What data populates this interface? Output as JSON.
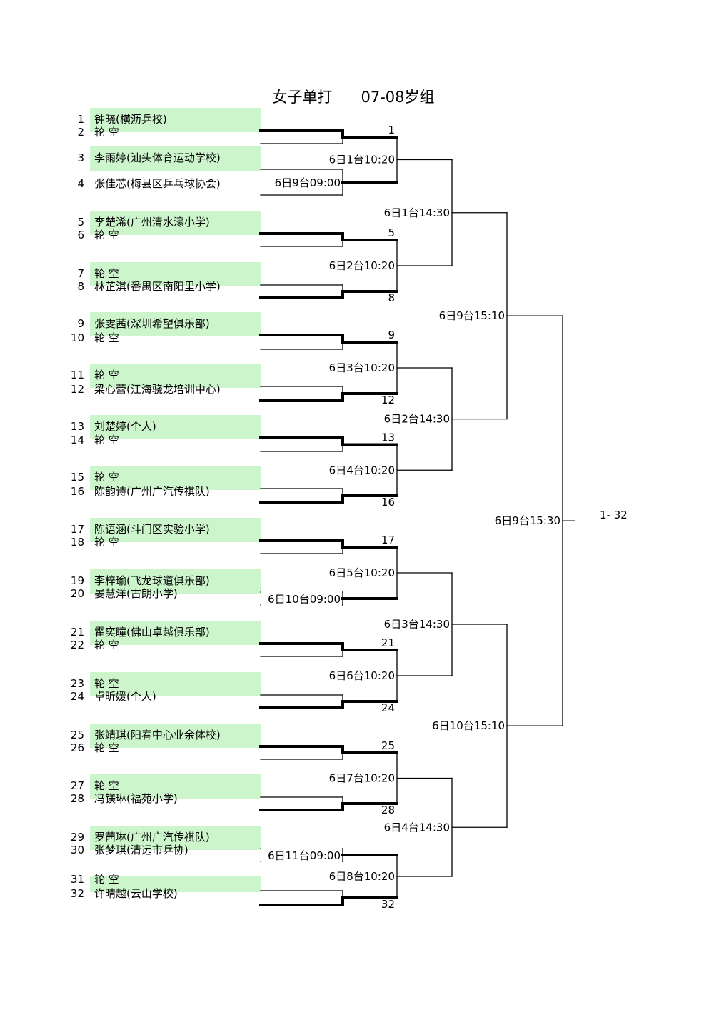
{
  "title": {
    "event": "女子单打",
    "group": "07-08岁组"
  },
  "players": [
    {
      "seed": "1",
      "name": "钟晓(横沥乒校)",
      "shaded": true
    },
    {
      "seed": "2",
      "name": "轮  空",
      "shaded": false
    },
    {
      "seed": "3",
      "name": "李雨婷(汕头体育运动学校)",
      "shaded": true
    },
    {
      "seed": "4",
      "name": "张佳芯(梅县区乒乓球协会)",
      "shaded": false
    },
    {
      "seed": "5",
      "name": "李楚浠(广州清水濠小学)",
      "shaded": true
    },
    {
      "seed": "6",
      "name": "轮  空",
      "shaded": false
    },
    {
      "seed": "7",
      "name": "轮  空",
      "shaded": true
    },
    {
      "seed": "8",
      "name": "林芷淇(番禺区南阳里小学)",
      "shaded": false
    },
    {
      "seed": "9",
      "name": "张雯茜(深圳希望俱乐部)",
      "shaded": true
    },
    {
      "seed": "10",
      "name": "轮  空",
      "shaded": false
    },
    {
      "seed": "11",
      "name": "轮  空",
      "shaded": true
    },
    {
      "seed": "12",
      "name": "梁心蕾(江海骁龙培训中心)",
      "shaded": false
    },
    {
      "seed": "13",
      "name": "刘楚婷(个人)",
      "shaded": true
    },
    {
      "seed": "14",
      "name": "轮  空",
      "shaded": false
    },
    {
      "seed": "15",
      "name": "轮  空",
      "shaded": true
    },
    {
      "seed": "16",
      "name": "陈韵诗(广州广汽传祺队)",
      "shaded": false
    },
    {
      "seed": "17",
      "name": "陈语涵(斗门区实验小学)",
      "shaded": true
    },
    {
      "seed": "18",
      "name": "轮  空",
      "shaded": false
    },
    {
      "seed": "19",
      "name": "李梓瑜(飞龙球道俱乐部)",
      "shaded": true
    },
    {
      "seed": "20",
      "name": "晏慧洋(古朗小学)",
      "shaded": false
    },
    {
      "seed": "21",
      "name": "霍奕瞳(佛山卓越俱乐部)",
      "shaded": true
    },
    {
      "seed": "22",
      "name": "轮  空",
      "shaded": false
    },
    {
      "seed": "23",
      "name": "轮  空",
      "shaded": true
    },
    {
      "seed": "24",
      "name": "卓昕媛(个人)",
      "shaded": false
    },
    {
      "seed": "25",
      "name": "张靖琪(阳春中心业余体校)",
      "shaded": true
    },
    {
      "seed": "26",
      "name": "轮  空",
      "shaded": false
    },
    {
      "seed": "27",
      "name": "轮  空",
      "shaded": true
    },
    {
      "seed": "28",
      "name": "冯镁琳(福苑小学)",
      "shaded": false
    },
    {
      "seed": "29",
      "name": "罗茜琳(广州广汽传祺队)",
      "shaded": true
    },
    {
      "seed": "30",
      "name": "张梦琪(清远市乒协)",
      "shaded": false
    },
    {
      "seed": "31",
      "name": "轮  空",
      "shaded": true
    },
    {
      "seed": "32",
      "name": "许晴越(云山学校)",
      "shaded": false
    }
  ],
  "round1": [
    {
      "advance": "top",
      "schedule": ""
    },
    {
      "advance": "none",
      "schedule": "6日9台09:00"
    },
    {
      "advance": "top",
      "schedule": ""
    },
    {
      "advance": "bottom",
      "schedule": ""
    },
    {
      "advance": "top",
      "schedule": ""
    },
    {
      "advance": "bottom",
      "schedule": ""
    },
    {
      "advance": "top",
      "schedule": ""
    },
    {
      "advance": "bottom",
      "schedule": ""
    },
    {
      "advance": "top",
      "schedule": ""
    },
    {
      "advance": "none",
      "schedule": "6日10台09:00"
    },
    {
      "advance": "top",
      "schedule": ""
    },
    {
      "advance": "bottom",
      "schedule": ""
    },
    {
      "advance": "top",
      "schedule": ""
    },
    {
      "advance": "bottom",
      "schedule": ""
    },
    {
      "advance": "none",
      "schedule": "6日11台09:00"
    },
    {
      "advance": "bottom",
      "schedule": ""
    }
  ],
  "round2": [
    {
      "top_label": "1",
      "bottom_label": "",
      "schedule": "6日1台10:20"
    },
    {
      "top_label": "5",
      "bottom_label": "8",
      "schedule": "6日2台10:20"
    },
    {
      "top_label": "9",
      "bottom_label": "12",
      "schedule": "6日3台10:20"
    },
    {
      "top_label": "13",
      "bottom_label": "16",
      "schedule": "6日4台10:20"
    },
    {
      "top_label": "17",
      "bottom_label": "",
      "schedule": "6日5台10:20"
    },
    {
      "top_label": "21",
      "bottom_label": "24",
      "schedule": "6日6台10:20"
    },
    {
      "top_label": "25",
      "bottom_label": "28",
      "schedule": "6日7台10:20"
    },
    {
      "top_label": "",
      "bottom_label": "32",
      "schedule": "6日8台10:20"
    }
  ],
  "round3": [
    {
      "schedule": "6日1台14:30"
    },
    {
      "schedule": "6日2台14:30"
    },
    {
      "schedule": "6日3台14:30"
    },
    {
      "schedule": "6日4台14:30"
    }
  ],
  "round4": [
    {
      "schedule": "6日9台15:10"
    },
    {
      "schedule": "6日10台15:10"
    }
  ],
  "final": {
    "schedule": "6日9台15:30",
    "label": "1- 32"
  },
  "colors": {
    "shade": "#ccf5cc",
    "line": "#000000"
  }
}
